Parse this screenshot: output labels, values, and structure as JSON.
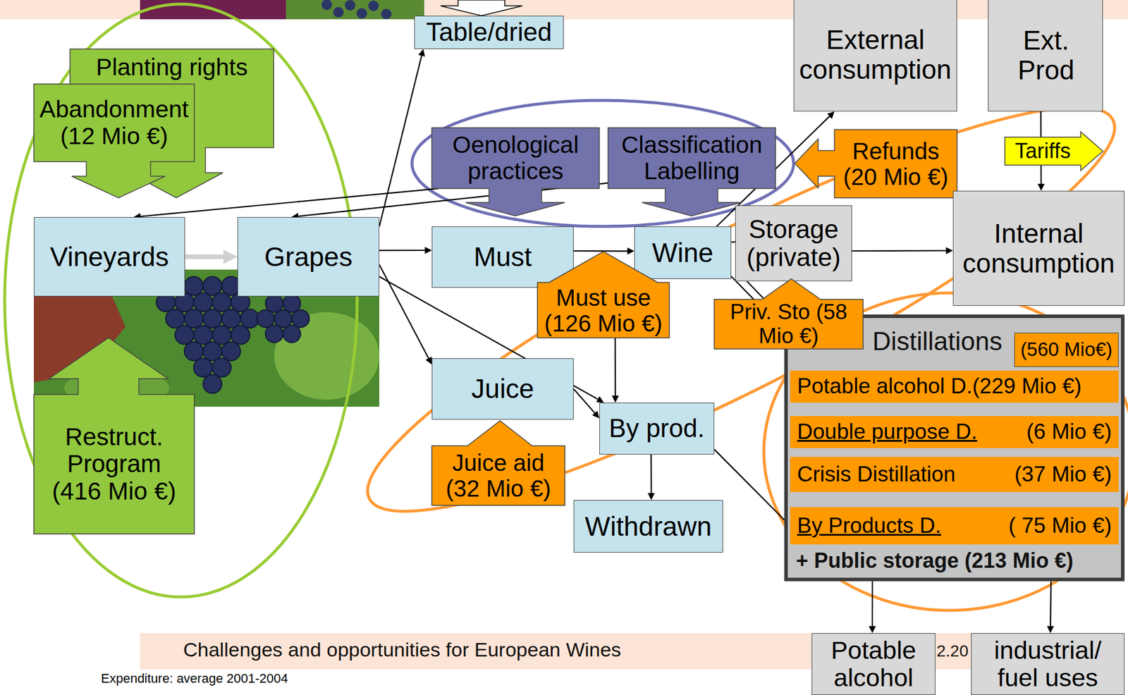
{
  "diagram": {
    "nodes": [
      {
        "text": [
          "Table/dried"
        ]
      },
      {
        "text": [
          "External consumption"
        ]
      },
      {
        "text": [
          "Ext. Prod"
        ]
      },
      {
        "text": [
          "Planting rights"
        ]
      },
      {
        "text": [
          "Abandonment (12 Mio €)"
        ]
      },
      {
        "text": [
          "Oenological practices"
        ]
      },
      {
        "text": [
          "Classification Labelling"
        ]
      },
      {
        "text": [
          "Refunds (20 Mio €)"
        ]
      },
      {
        "text": [
          "Tariffs"
        ]
      },
      {
        "text": [
          "Internal consumption"
        ]
      },
      {
        "text": [
          "Vineyards"
        ]
      },
      {
        "text": [
          "Grapes"
        ]
      },
      {
        "text": [
          "Must"
        ]
      },
      {
        "text": [
          "Wine"
        ]
      },
      {
        "text": [
          "Storage (private)"
        ]
      },
      {
        "text": [
          "Must use (126 Mio €)"
        ]
      },
      {
        "text": [
          "Priv. Sto (58 Mio €)"
        ]
      },
      {
        "text": [
          "Distillations",
          "+ Public storage (213 Mio €)"
        ]
      },
      {
        "text": [
          "(560 Mio€)"
        ],
        "in": 17
      },
      {
        "text": [
          "Potable alcohol D.(229 Mio €)"
        ],
        "in": 17
      },
      {
        "text": [
          "Double purpose D.",
          "(6 Mio €)"
        ],
        "in": 17
      },
      {
        "text": [
          "Crisis Distillation",
          "(37 Mio €)"
        ],
        "in": 17
      },
      {
        "text": [
          "By Products D.",
          "( 75 Mio €)"
        ],
        "in": 17
      },
      {
        "text": [
          "Juice"
        ]
      },
      {
        "text": [
          "By prod."
        ]
      },
      {
        "text": [
          "Restruct. Program (416 Mio €)"
        ]
      },
      {
        "text": [
          "Juice aid (32 Mio €)"
        ]
      },
      {
        "text": [
          "Withdrawn"
        ]
      },
      {
        "text": [
          "Challenges and opportunities for European Wines",
          "2.20"
        ]
      },
      {
        "text": [
          "Potable alcohol"
        ]
      },
      {
        "text": [
          "industrial/ fuel uses"
        ]
      }
    ],
    "edges": [
      {
        "from": 10,
        "to": 11,
        "arrow": "to"
      },
      {
        "from": 11,
        "to": 0,
        "arrow": "to"
      },
      {
        "from": 11,
        "to": 12,
        "arrow": "to"
      },
      {
        "from": 11,
        "to": 23,
        "arrow": "to"
      },
      {
        "from": 11,
        "to": 24,
        "arrow": "to"
      },
      {
        "from": 12,
        "to": 13,
        "arrow": "to"
      },
      {
        "from": 12,
        "to": 24,
        "arrow": "to"
      },
      {
        "from": 23,
        "to": 24,
        "arrow": "to"
      },
      {
        "from": 24,
        "to": 27,
        "arrow": "to"
      },
      {
        "from": 24,
        "to": 22,
        "arrow": "none"
      },
      {
        "from": 13,
        "to": 1,
        "arrow": "to"
      },
      {
        "from": 13,
        "to": 14,
        "arrow": "none"
      },
      {
        "from": 14,
        "to": 9,
        "arrow": "to"
      },
      {
        "from": 13,
        "to": 17,
        "arrow": "to"
      },
      {
        "from": 14,
        "to": 17,
        "arrow": "to"
      },
      {
        "from": 2,
        "to": 9,
        "arrow": "to"
      },
      {
        "from": 5,
        "to": 10,
        "arrow": "to"
      },
      {
        "from": 6,
        "to": 11,
        "arrow": "to"
      },
      {
        "from": 17,
        "to": 29,
        "arrow": "to"
      },
      {
        "from": 17,
        "to": 30,
        "arrow": "to"
      }
    ],
    "labels": [
      "Expenditure: average 2001-2004"
    ]
  }
}
